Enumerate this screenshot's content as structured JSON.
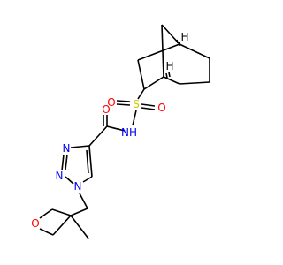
{
  "molecule": {
    "atoms": {
      "carbonyl_O": "O",
      "amide_NH": "NH",
      "sulfonyl_S": "S",
      "sulfonyl_O_left": "O",
      "sulfonyl_O_right": "O",
      "triazole_N1": "N",
      "triazole_N2": "N",
      "triazole_N3": "N",
      "oxetane_O": "O"
    },
    "stereo_labels": {
      "bridgehead_top": "H",
      "bridgehead_bottom": "H"
    },
    "colors": {
      "bond": "#000000",
      "oxygen": "#ff0000",
      "nitrogen": "#0000ff",
      "sulfur": "#cccc00"
    }
  }
}
